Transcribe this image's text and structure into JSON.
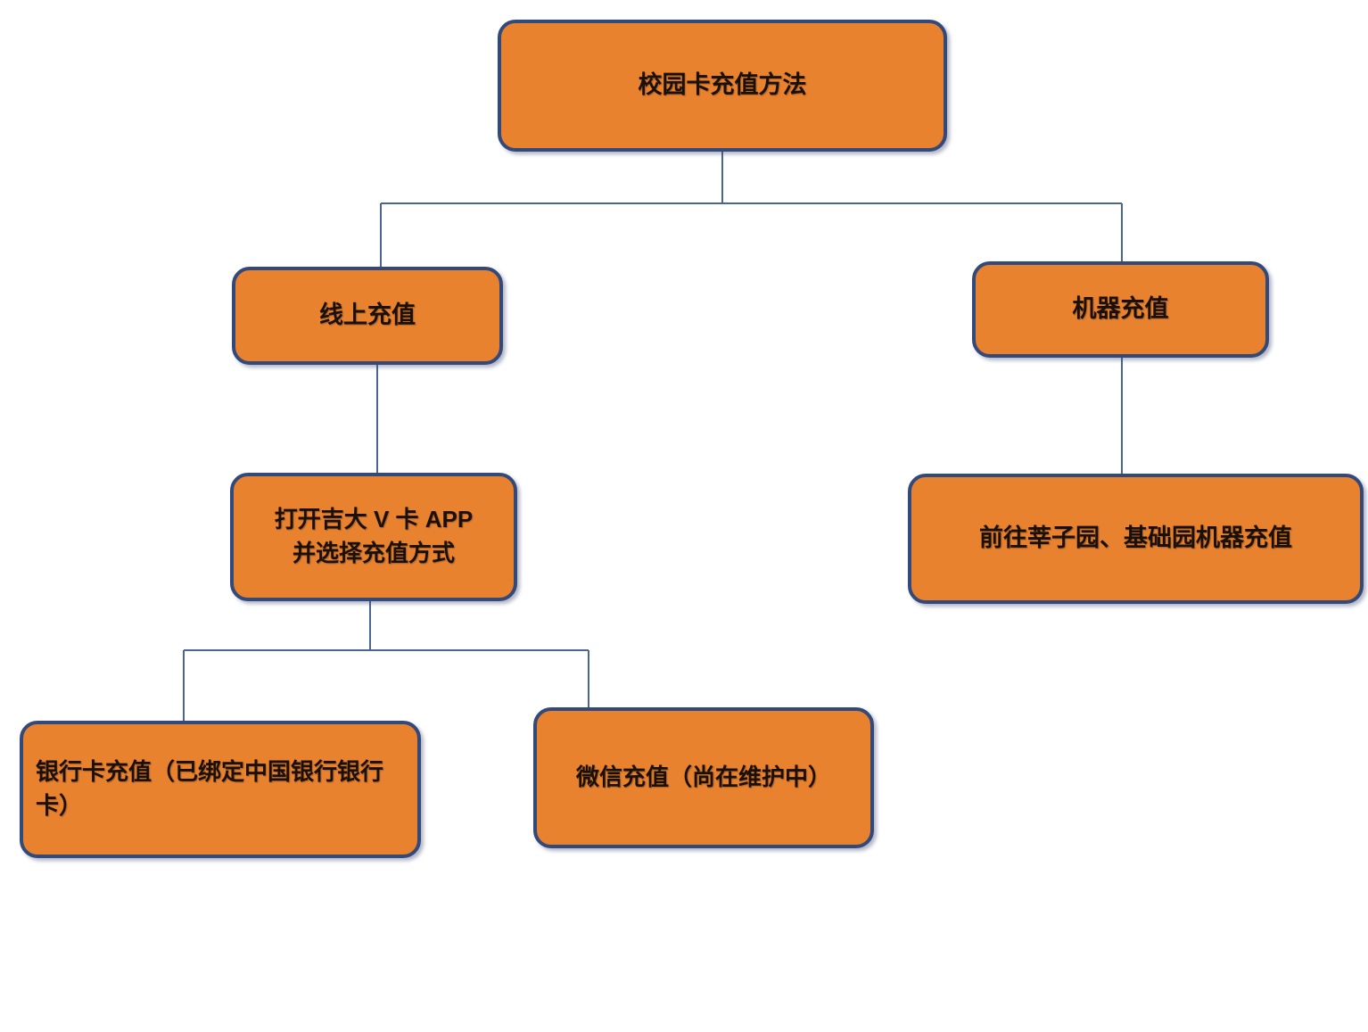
{
  "diagram": {
    "title": "校园卡充值方法",
    "type": "flowchart",
    "orientation": "top-down",
    "colors": {
      "node_fill": "#E8822F",
      "node_border": "#33497A",
      "connector": "#4A6591",
      "text": "#1a1008",
      "background": "#FFFFFF"
    },
    "nodes": [
      {
        "id": "root",
        "label": "校园卡充值方法",
        "level": 0
      },
      {
        "id": "online",
        "label": "线上充值",
        "level": 1
      },
      {
        "id": "machine",
        "label": "机器充值",
        "level": 1
      },
      {
        "id": "app",
        "label": "打开吉大 V 卡 APP\n并选择充值方式",
        "level": 2
      },
      {
        "id": "goto",
        "label": "前往莘子园、基础园机器充值",
        "level": 2
      },
      {
        "id": "bank",
        "label": "银行卡充值（已绑定中国银行银行卡）",
        "level": 3
      },
      {
        "id": "wechat",
        "label": "微信充值（尚在维护中）",
        "level": 3
      }
    ],
    "edges": [
      {
        "from": "root",
        "to": "online"
      },
      {
        "from": "root",
        "to": "machine"
      },
      {
        "from": "online",
        "to": "app"
      },
      {
        "from": "machine",
        "to": "goto"
      },
      {
        "from": "app",
        "to": "bank"
      },
      {
        "from": "app",
        "to": "wechat"
      }
    ]
  }
}
